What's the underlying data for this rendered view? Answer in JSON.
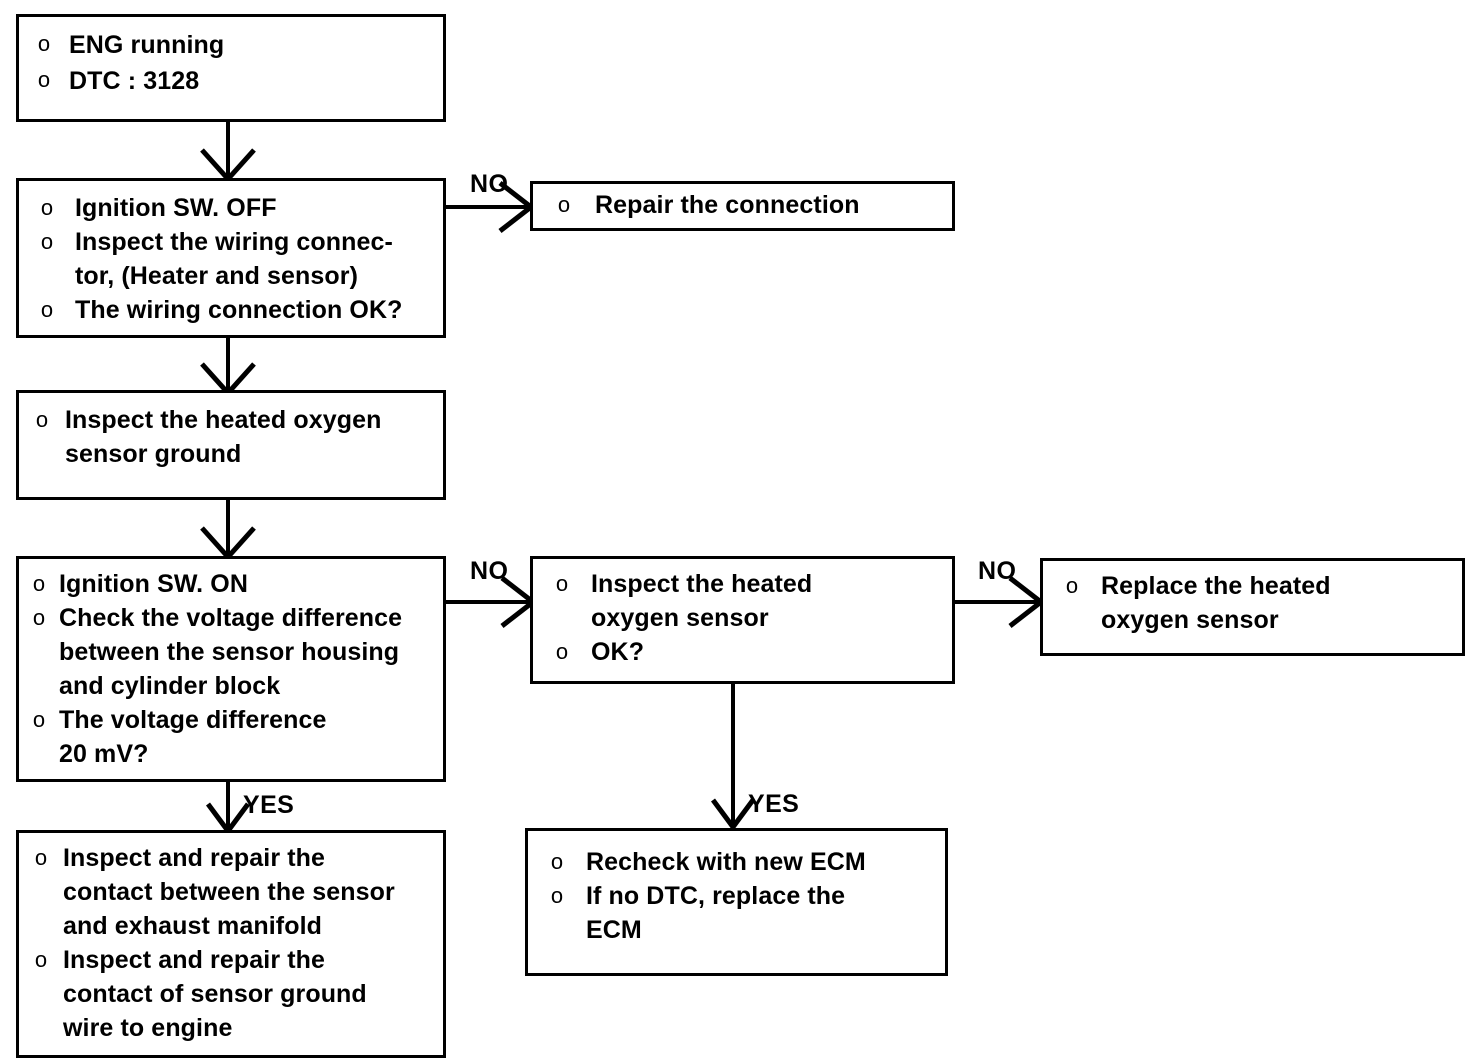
{
  "diagram": {
    "title": "DTC 3128 heated oxygen sensor troubleshooting flowchart",
    "type": "flowchart",
    "colors": {
      "background": "#ffffff",
      "stroke": "#000000",
      "text": "#000000"
    },
    "bullet_glyph": "o",
    "nodes": [
      {
        "id": "start",
        "lines": [
          "ENG running",
          "DTC : 3128"
        ]
      },
      {
        "id": "ignition-sw-off",
        "lines": [
          "Ignition SW. OFF",
          "Inspect the wiring connec-\ntor, (Heater and sensor)",
          "The wiring connection OK?"
        ]
      },
      {
        "id": "repair-connection",
        "lines": [
          "Repair the connection"
        ]
      },
      {
        "id": "inspect-sensor-ground",
        "lines": [
          "Inspect the heated oxygen\nsensor ground"
        ]
      },
      {
        "id": "ignition-sw-on",
        "lines": [
          "Ignition SW. ON",
          "Check the voltage difference\nbetween the sensor housing\nand cylinder block",
          "The voltage difference\n20 mV?"
        ]
      },
      {
        "id": "inspect-heated-o2-sensor",
        "lines": [
          "Inspect the heated\noxygen sensor",
          "OK?"
        ]
      },
      {
        "id": "replace-heated-o2-sensor",
        "lines": [
          "Replace the heated\noxygen sensor"
        ]
      },
      {
        "id": "inspect-repair-contacts",
        "lines": [
          "Inspect and repair the\ncontact between the sensor\nand exhaust manifold",
          "Inspect and repair the\ncontact of sensor ground\nwire to engine"
        ]
      },
      {
        "id": "recheck-new-ecm",
        "lines": [
          "Recheck with new ECM",
          "If no DTC, replace the\nECM"
        ]
      }
    ],
    "edge_labels": {
      "no_wiring": "NO",
      "no_voltage": "NO",
      "no_sensor": "NO",
      "yes_voltage": "YES",
      "yes_sensor": "YES"
    }
  }
}
